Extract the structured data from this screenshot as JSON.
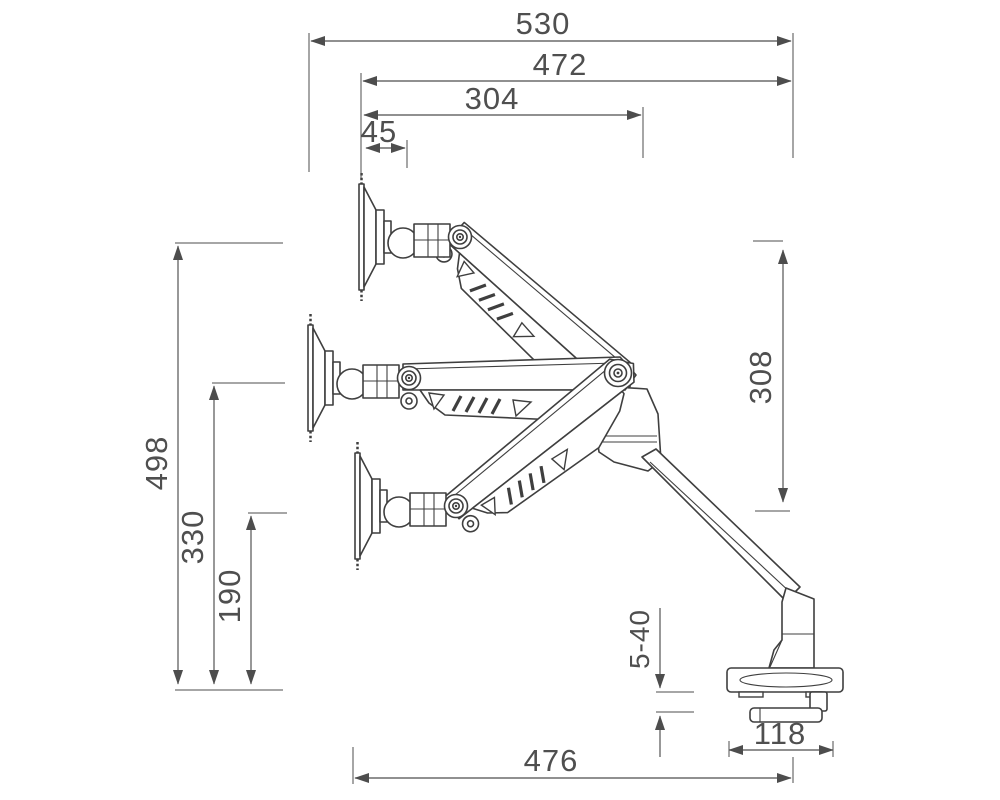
{
  "diagram": {
    "type": "technical-dimension-drawing",
    "subject": "gas-spring monitor arm desk mount shown in three positions",
    "background_color": "#ffffff",
    "line_color": "#3f3f3f",
    "dimension_color": "#4d4d4d"
  },
  "dimensions": {
    "d530": "530",
    "d472": "472",
    "d304": "304",
    "d45": "45",
    "d498": "498",
    "d330": "330",
    "d190": "190",
    "d308": "308",
    "d5_40": "5-40",
    "d118": "118",
    "d476": "476"
  }
}
